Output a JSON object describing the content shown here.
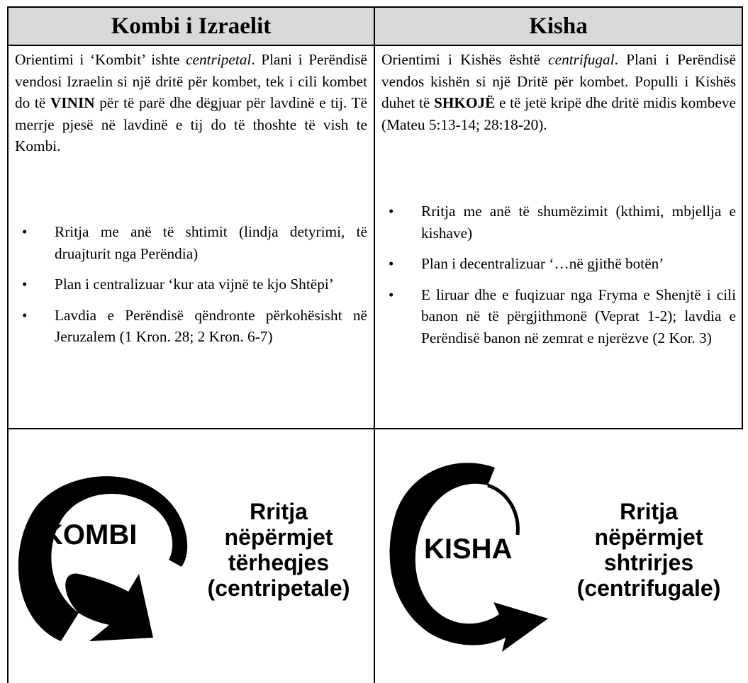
{
  "columns": [
    {
      "header": "Kombi i Izraelit",
      "intro": {
        "p1": "Orientimi i ‘Kombit’ ishte ",
        "italic": "centripetal",
        "p2": ". Plani i Perëndisë vendosi Izraelin si një dritë për kombet, tek i cili kombet do të ",
        "bold": "VININ",
        "p3": " për të parë dhe dëgjuar për lavdinë e tij.  Të merrje pjesë në lavdinë e tij do të thoshte të vish te Kombi."
      },
      "bullets": [
        "Rritja me anë të shtimit (lindja detyrimi, të druajturit nga Perëndia)",
        "Plan i centralizuar ‘kur ata vijnë te kjo Shtëpi’",
        "Lavdia e Perëndisë qëndronte përkohësisht në Jeruzalem (1 Kron. 28; 2 Kron. 6-7)"
      ],
      "diagram": {
        "ring_word": "KOMBI",
        "caption_lines": [
          "Rritja",
          "nëpërmjet",
          "tërheqjes",
          "(centripetale)"
        ]
      }
    },
    {
      "header": "Kisha",
      "intro": {
        "p1": "Orientimi i Kishës është ",
        "italic": "centrifugal",
        "p2": ".  Plani i Perëndisë vendos kishën si një Dritë për kombet.  Populli i Kishës duhet të ",
        "bold": "SHKOJË",
        "p3": " e të jetë kripë dhe dritë midis kombeve (Mateu 5:13-14; 28:18-20)."
      },
      "bullets": [
        "Rritja me anë të shumëzimit (kthimi, mbjellja e kishave)",
        "Plan i decentralizuar ‘…në gjithë botën’",
        "E liruar dhe e fuqizuar nga Fryma e Shenjtë i cili banon në të përgjithmonë (Veprat 1-2); lavdia e Perëndisë banon në zemrat e njerëzve (2 Kor. 3)"
      ],
      "diagram": {
        "ring_word": "KISHA",
        "caption_lines": [
          "Rritja",
          "nëpërmjet",
          "shtrirjes",
          "(centrifugale)"
        ]
      }
    }
  ]
}
